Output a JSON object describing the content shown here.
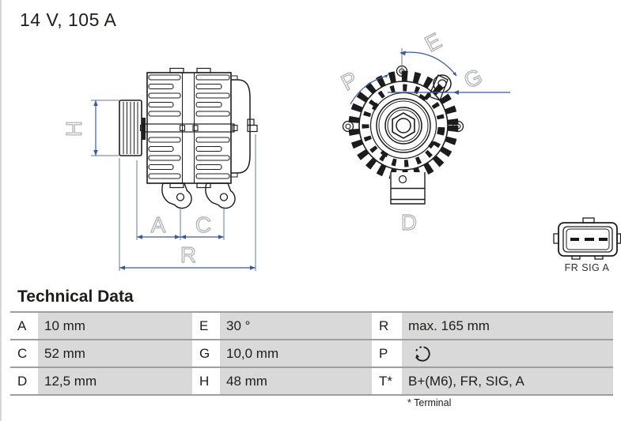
{
  "header": {
    "title": "14 V, 105 A"
  },
  "diagram": {
    "dimension_labels": {
      "A": "A",
      "C": "C",
      "D": "D",
      "E": "E",
      "G": "G",
      "H": "H",
      "P": "P",
      "R": "R"
    },
    "connector": {
      "label": "FR SIG A"
    }
  },
  "technical_data": {
    "heading": "Technical Data",
    "rows": [
      [
        {
          "key": "A",
          "value": "10 mm"
        },
        {
          "key": "E",
          "value": "30 °"
        },
        {
          "key": "R",
          "value": "max. 165 mm"
        }
      ],
      [
        {
          "key": "C",
          "value": "52 mm"
        },
        {
          "key": "G",
          "value": "10,0 mm"
        },
        {
          "key": "P",
          "value": "",
          "icon": "rotation-direction-icon"
        }
      ],
      [
        {
          "key": "D",
          "value": "12,5 mm"
        },
        {
          "key": "H",
          "value": "48 mm"
        },
        {
          "key": "T*",
          "value": "B+(M6), FR, SIG, A"
        }
      ]
    ],
    "footnote": "* Terminal"
  }
}
